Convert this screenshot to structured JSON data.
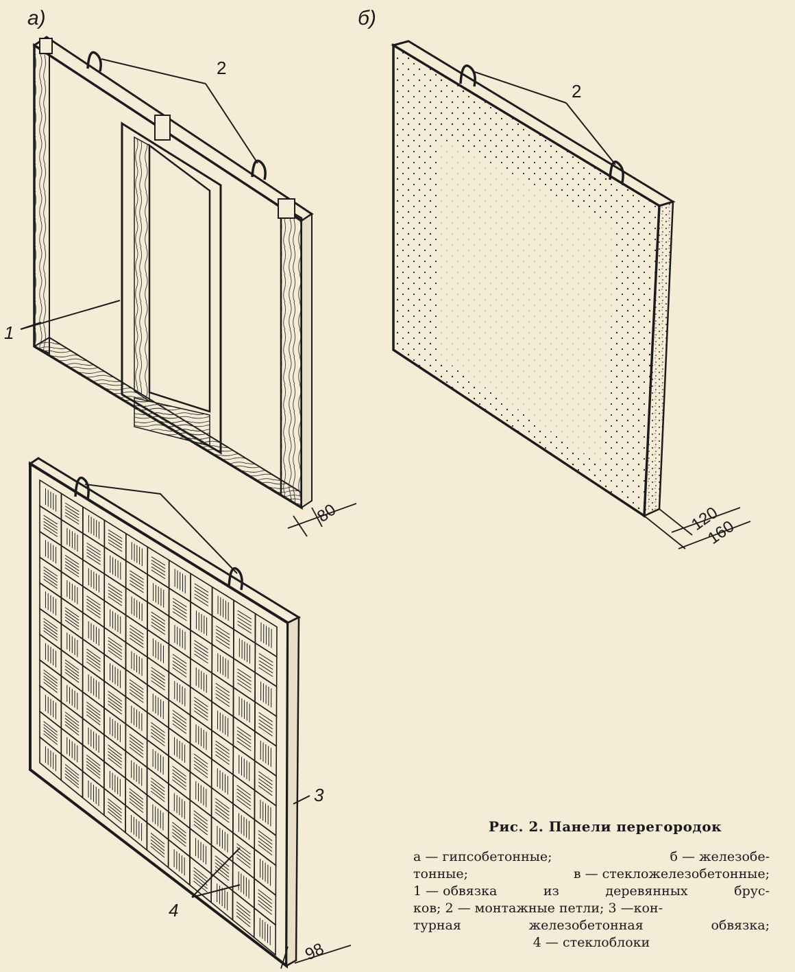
{
  "panels": {
    "a": {
      "letter": "а)"
    },
    "b": {
      "letter": "б)"
    }
  },
  "callouts": {
    "binding_bars": "1",
    "hooks_a": "2",
    "hooks_b": "2",
    "contour_binding": "3",
    "glass_blocks": "4"
  },
  "dimensions": {
    "a_thickness": "80",
    "b_thickness_1": "120",
    "b_thickness_2": "160",
    "c_thickness": "98"
  },
  "caption": {
    "title": "Рис. 2. Панели перегородок",
    "lines": [
      [
        "а — гипсобетонные;",
        "б — железобе-"
      ],
      [
        "тонные;",
        "в — стекложелезобетонные;"
      ],
      [
        "1 — обвязка",
        "из",
        "деревянных",
        "брус-"
      ],
      [
        "ков; 2 — монтажные петли; 3 —кон-"
      ],
      [
        "турная",
        "железобетонная",
        "обвязка;"
      ],
      [
        "4 — стеклоблоки"
      ]
    ]
  }
}
